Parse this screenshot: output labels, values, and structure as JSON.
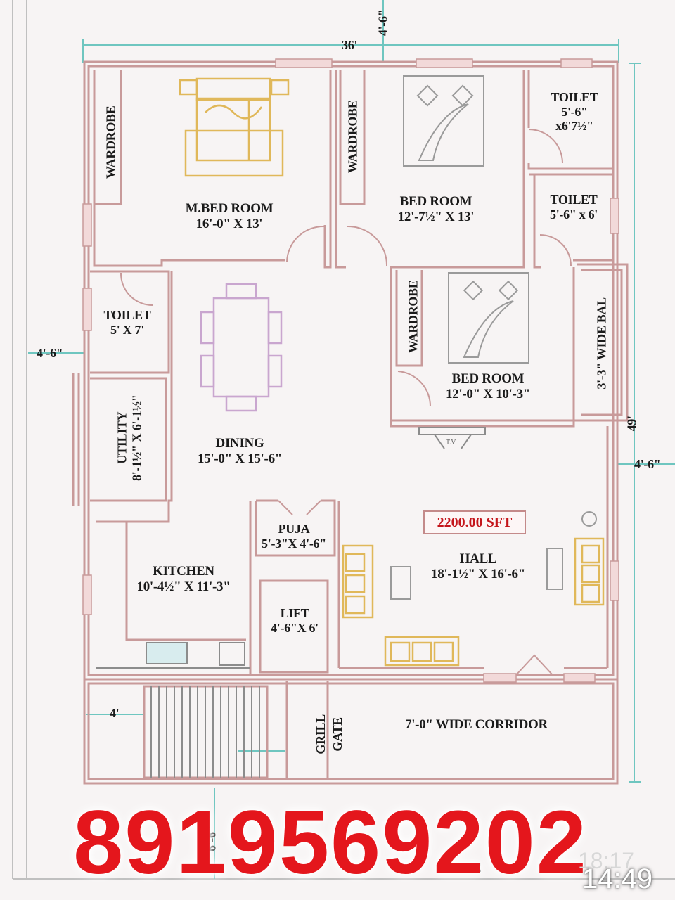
{
  "overall": {
    "width": "36'",
    "length": "49'",
    "top_setback": "4'-6\"",
    "left_setback": "4'-6\"",
    "right_setback": "4'-6\"",
    "bottom_setback": "6'-6\""
  },
  "rooms": {
    "master_bed": {
      "name": "M.BED ROOM",
      "size": "16'-0\"  X 13'"
    },
    "bed_room_1": {
      "name": "BED ROOM",
      "size": "12'-7½\"  X 13'"
    },
    "toilet_1": {
      "name": "TOILET",
      "size_line1": "5'-6\"",
      "size_line2": "x6'7½\""
    },
    "toilet_2": {
      "name": "TOILET",
      "size": "5'-6\" x 6'"
    },
    "toilet_3": {
      "name": "TOILET",
      "size": "5' X 7'"
    },
    "bed_room_2": {
      "name": "BED ROOM",
      "size": "12'-0\"  X 10'-3\""
    },
    "balcony": {
      "label": "3'-3\" WIDE BAL"
    },
    "utility": {
      "name": "UTILITY",
      "size": "8'-1½\" X 6'-1½\""
    },
    "dining": {
      "name": "DINING",
      "size": "15'-0\"  X 15'-6\""
    },
    "puja": {
      "name": "PUJA",
      "size": "5'-3\"X 4'-6\""
    },
    "kitchen": {
      "name": "KITCHEN",
      "size": "10'-4½\" X 11'-3\""
    },
    "lift": {
      "name": "LIFT",
      "size": "4'-6\"X 6'"
    },
    "hall": {
      "name": "HALL",
      "size": "18'-1½\"  X 16'-6\""
    },
    "corridor": {
      "label": "7'-0\" WIDE CORRIDOR"
    },
    "stair": {
      "width": "4'"
    }
  },
  "wardrobe_label": "WARDROBE",
  "tv_label": "T.V",
  "grill_label": "GRILL",
  "gate_label": "GATE",
  "gate_bottom_label": "GATE",
  "area_label": "2200.00 SFT",
  "phone": "8919569202",
  "time_faded": "18:17",
  "time": "14:49",
  "colors": {
    "wall": "#c89a9a",
    "dimension": "#6fc6c0",
    "furniture_gold": "#e0b85a",
    "furniture_lilac": "#c9a6cf",
    "phone": "#e4161c",
    "area_text": "#c4161c"
  }
}
